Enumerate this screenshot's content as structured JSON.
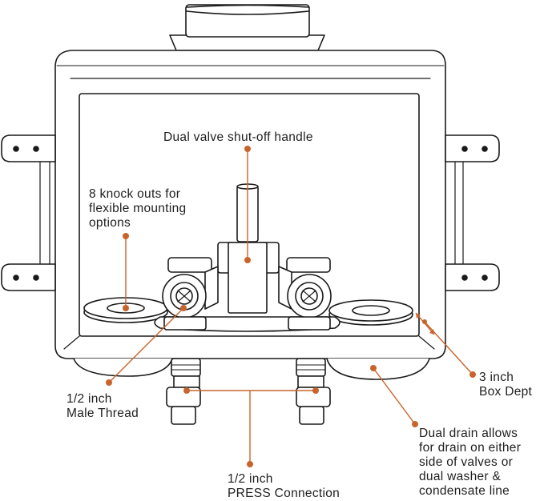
{
  "colors": {
    "outline": "#1a1a1a",
    "callout": "#c8642b",
    "background": "#ffffff"
  },
  "callouts": [
    {
      "id": "handle",
      "lines": [
        "Dual valve shut-off handle"
      ]
    },
    {
      "id": "knockouts",
      "lines": [
        "8 knock outs for",
        "flexible mounting",
        "options"
      ]
    },
    {
      "id": "male-thread",
      "lines": [
        "1/2 inch",
        "Male Thread"
      ]
    },
    {
      "id": "press",
      "lines": [
        "1/2 inch",
        "PRESS Connection"
      ]
    },
    {
      "id": "depth",
      "lines": [
        "3 inch",
        "Box Dept"
      ]
    },
    {
      "id": "drain",
      "lines": [
        "Dual drain allows",
        "for drain on either",
        "side of valves or",
        "dual washer &",
        "condensate line"
      ]
    }
  ]
}
